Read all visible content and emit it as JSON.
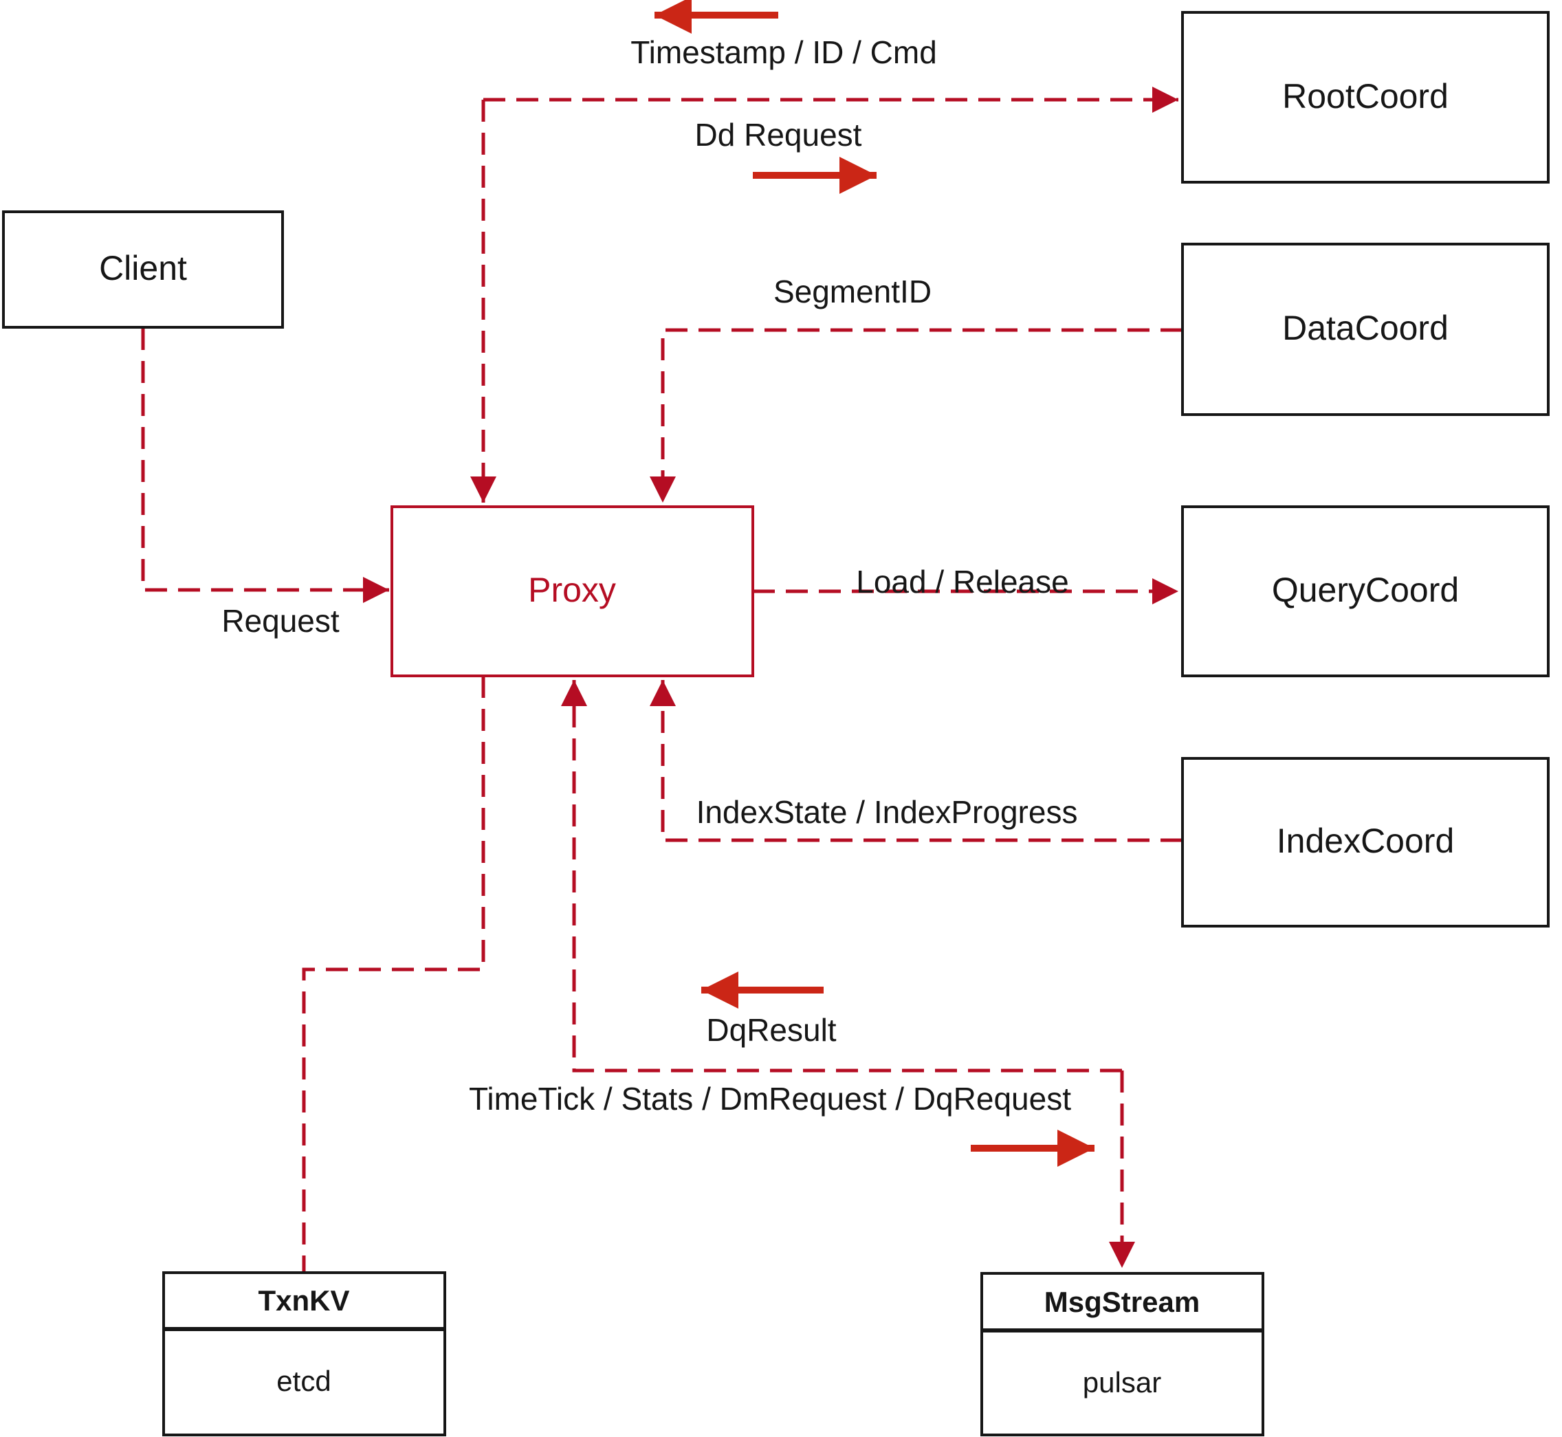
{
  "diagram": {
    "nodes": {
      "client": {
        "label": "Client"
      },
      "proxy": {
        "label": "Proxy"
      },
      "rootcoord": {
        "label": "RootCoord"
      },
      "datacoord": {
        "label": "DataCoord"
      },
      "querycoord": {
        "label": "QueryCoord"
      },
      "indexcoord": {
        "label": "IndexCoord"
      },
      "txnkv": {
        "title": "TxnKV",
        "subtitle": "etcd"
      },
      "msgstream": {
        "title": "MsgStream",
        "subtitle": "pulsar"
      }
    },
    "edges": {
      "timestamp": {
        "label": "Timestamp / ID / Cmd",
        "arrow_icon": "left-arrow-icon"
      },
      "dd_request": {
        "label": "Dd Request",
        "arrow_icon": "right-arrow-icon"
      },
      "segment_id": {
        "label": "SegmentID"
      },
      "request": {
        "label": "Request"
      },
      "load_release": {
        "label": "Load / Release"
      },
      "index_state": {
        "label": "IndexState / IndexProgress"
      },
      "dq_result": {
        "label": "DqResult",
        "arrow_icon": "left-arrow-icon"
      },
      "timetick": {
        "label": "TimeTick / Stats / DmRequest / DqRequest",
        "arrow_icon": "right-arrow-icon"
      }
    },
    "colors": {
      "crimson": "#b50d23",
      "arrow_red": "#cb2616",
      "black": "#161616",
      "background": "#ffffff"
    }
  }
}
